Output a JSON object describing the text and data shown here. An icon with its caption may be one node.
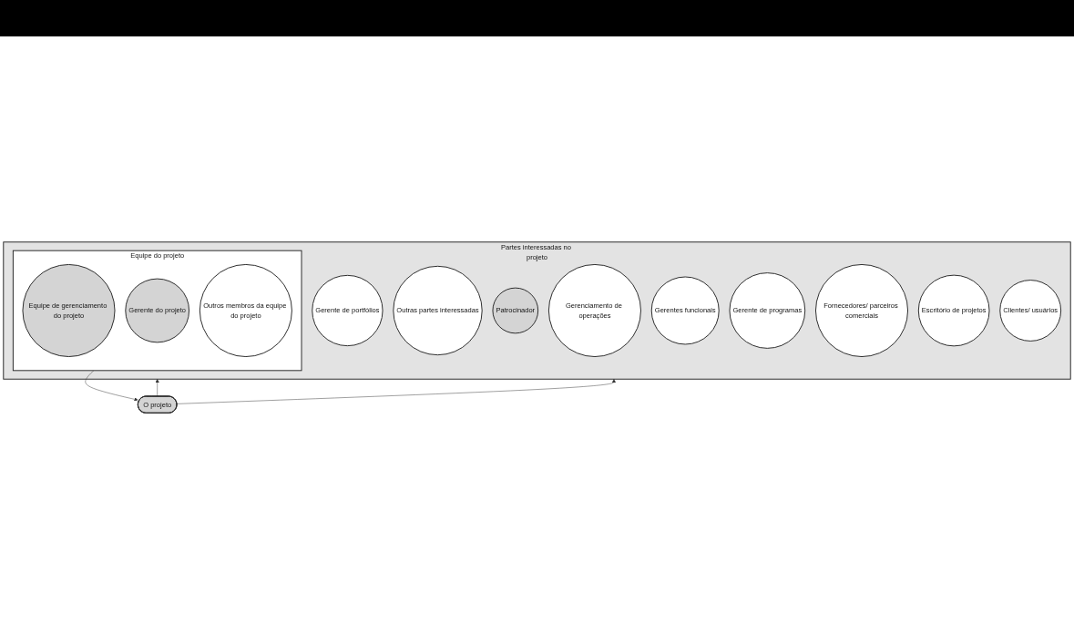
{
  "diagram": {
    "nodes": [
      {
        "text": [
          "Partes interessadas no projeto"
        ]
      },
      {
        "text": [
          "Gerente de portfólios"
        ],
        "in": 0
      },
      {
        "text": [
          "Outras partes interessadas"
        ],
        "in": 0
      },
      {
        "text": [
          "Patrocinador"
        ],
        "in": 0
      },
      {
        "text": [
          "Gerenciamento de operações"
        ],
        "in": 0
      },
      {
        "text": [
          "Gerentes funcionais"
        ],
        "in": 0
      },
      {
        "text": [
          "Equipe do projeto"
        ],
        "in": 0
      },
      {
        "text": [
          "Gerente de programas"
        ],
        "in": 0
      },
      {
        "text": [
          "Equipe de gerenciamento do projeto"
        ],
        "in": 6
      },
      {
        "text": [
          "Gerente do projeto"
        ],
        "in": 6
      },
      {
        "text": [
          "Outros membros da equipe do projeto"
        ],
        "in": 6
      },
      {
        "text": [
          "Fornecedores/ parceiros comerciais"
        ],
        "in": 0
      },
      {
        "text": [
          "Escritório de projetos"
        ],
        "in": 0
      },
      {
        "text": [
          "Clientes/ usuários"
        ],
        "in": 0
      },
      {
        "text": [
          "O projeto"
        ]
      }
    ],
    "edges": [
      {
        "from": 6,
        "to": 14,
        "arrow": "to"
      },
      {
        "from": 14,
        "to": 0,
        "arrow": "to"
      },
      {
        "from": 14,
        "to": 0,
        "arrow": "to"
      }
    ]
  }
}
